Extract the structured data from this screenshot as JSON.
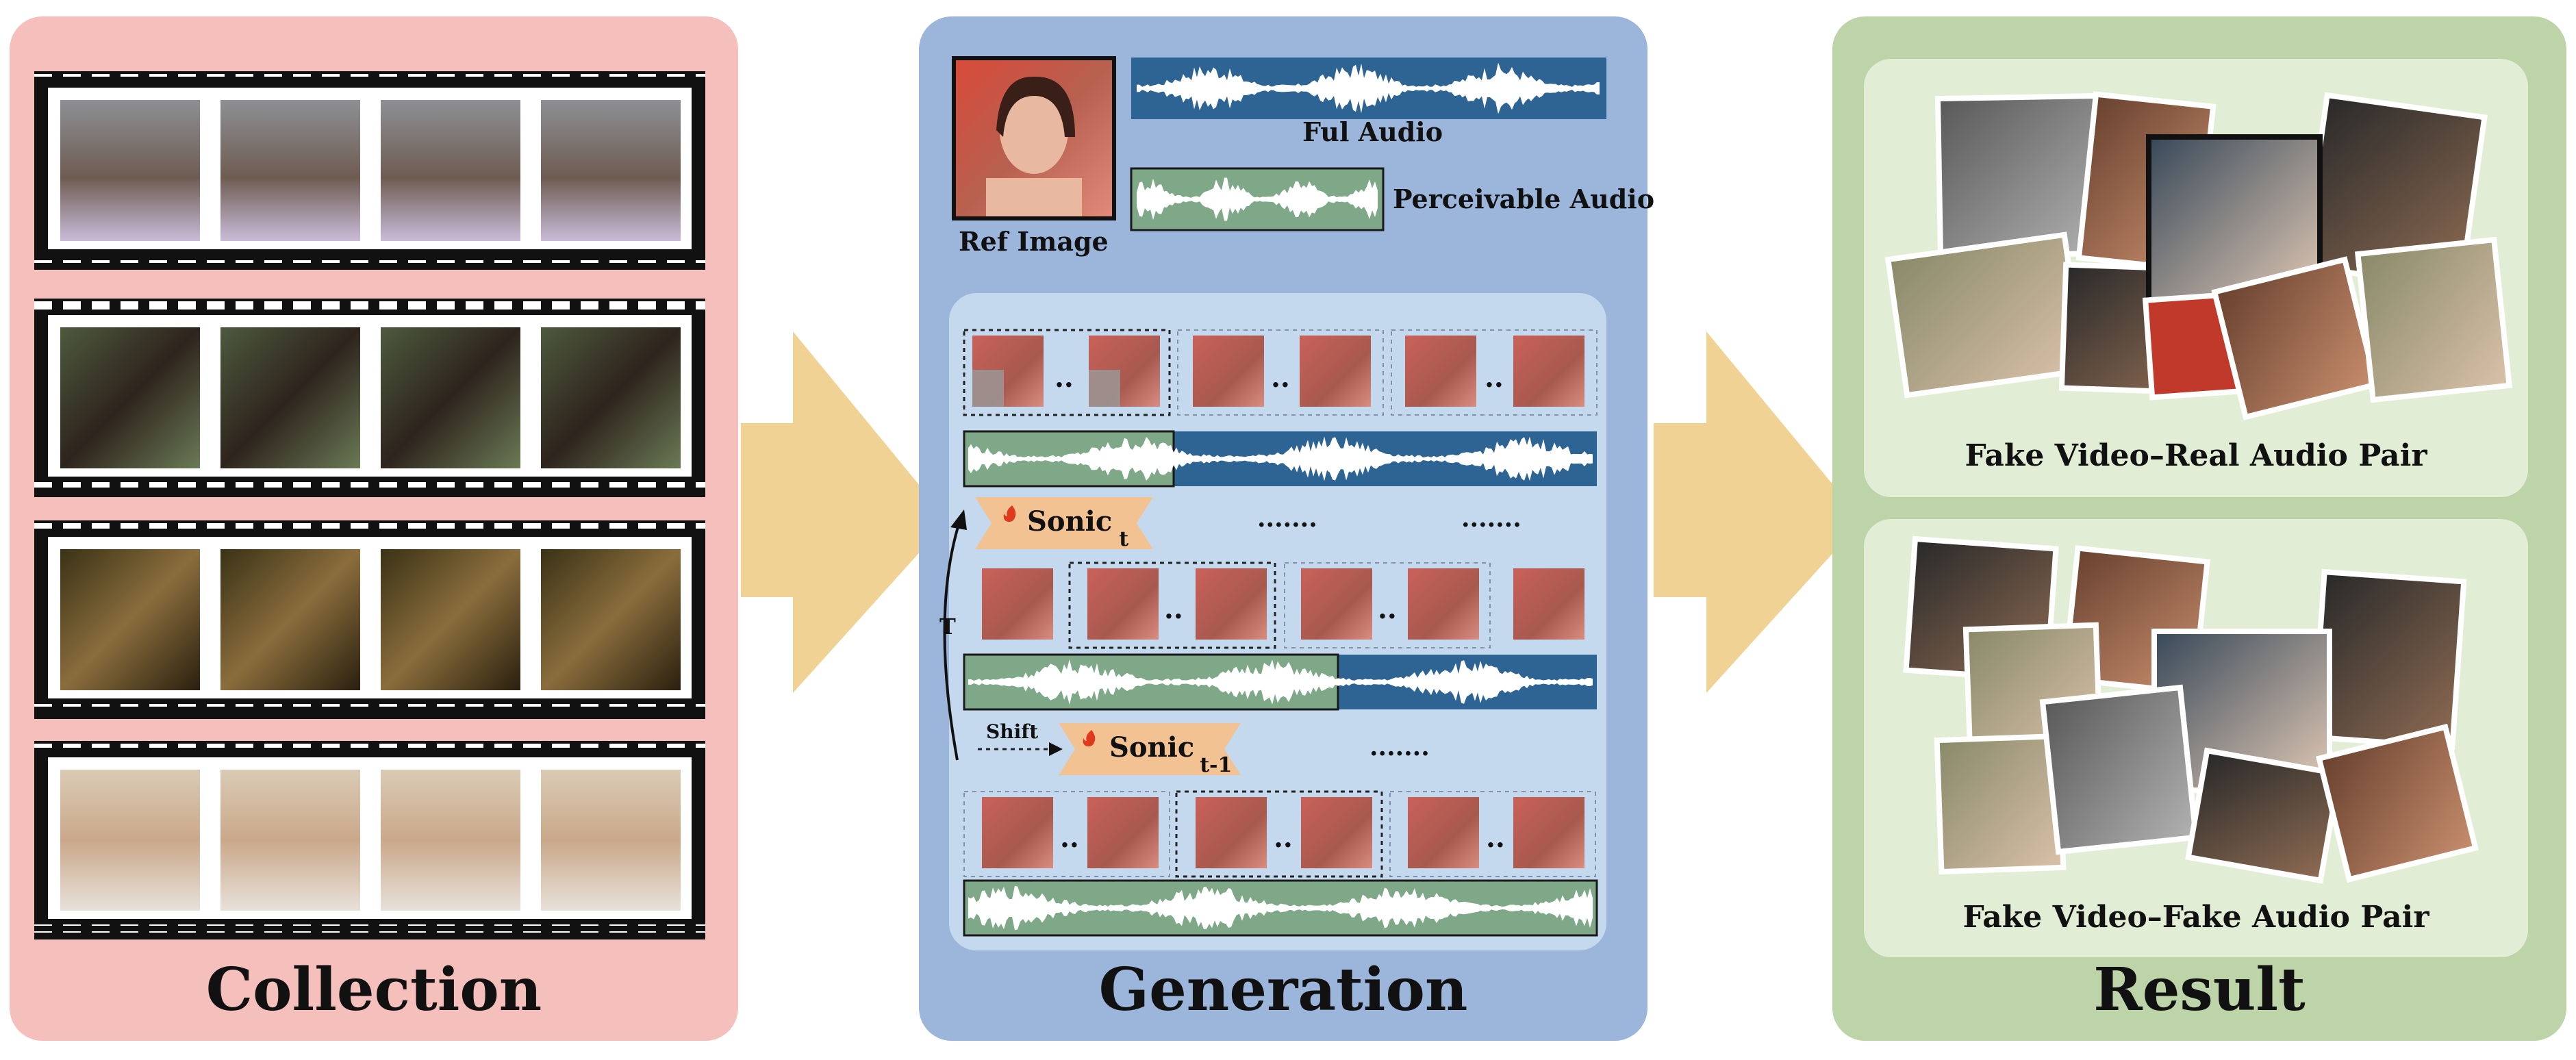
{
  "collection": {
    "title": "Collection"
  },
  "generation": {
    "title": "Generation",
    "ref_image_label": "Ref Image",
    "full_audio_label": "Ful Audio",
    "perceivable_audio_label": "Perceivable Audio",
    "sonic_t": {
      "name": "Sonic",
      "sub": "t"
    },
    "sonic_t1": {
      "name": "Sonic",
      "sub": "t-1"
    },
    "shift_label": "Shift",
    "t_label": "T",
    "pair_sep": "..",
    "ellipsis": "......."
  },
  "result": {
    "title": "Result",
    "real_audio_label": "Fake Video–Real Audio Pair",
    "fake_audio_label": "Fake Video–Fake Audio Pair"
  },
  "colors": {
    "collection_bg": "#f5c0bc",
    "generation_bg": "#9cb5db",
    "generation_inner": "#c4d9ee",
    "result_bg": "#bcd4a8",
    "result_inner": "#e2edd5",
    "arrow": "#f0d394",
    "audio_blue": "#2d6494",
    "audio_green": "#7ea888",
    "sonic": "#f3c293"
  }
}
